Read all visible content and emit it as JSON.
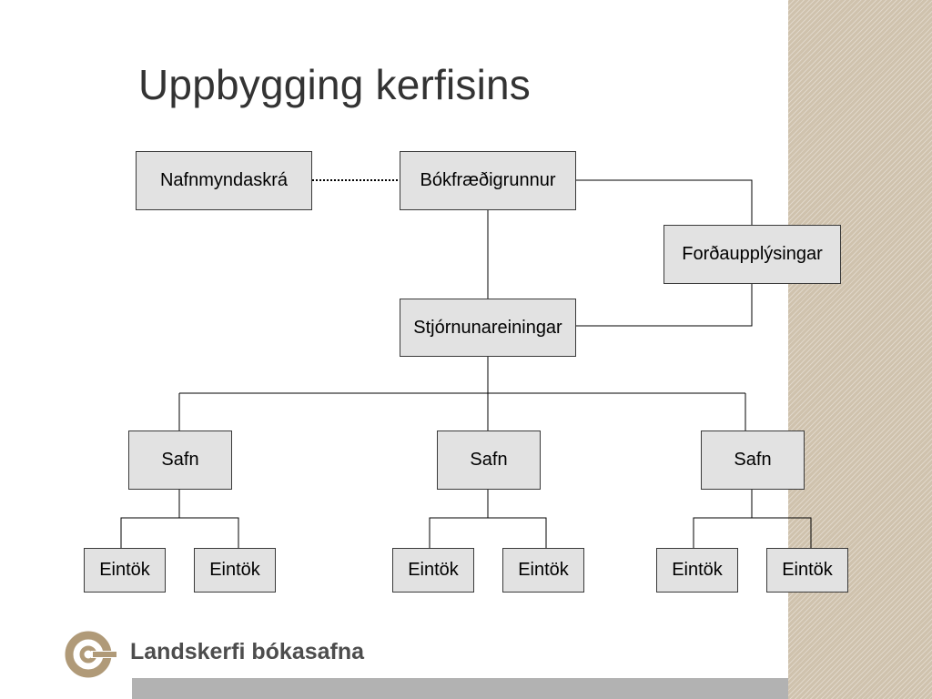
{
  "slide": {
    "title": "Uppbygging kerfisins"
  },
  "diagram": {
    "nodes": {
      "nafnmyndaskra": "Nafnmyndaskrá",
      "bokfraedigrunnur": "Bókfræðigrunnur",
      "fordaupplysingar": "Forðaupplýsingar",
      "stjornunareiningar": "Stjórnunareiningar",
      "safn": [
        "Safn",
        "Safn",
        "Safn"
      ],
      "eintok": [
        "Eintök",
        "Eintök",
        "Eintök",
        "Eintök",
        "Eintök",
        "Eintök"
      ]
    },
    "colors": {
      "box_fill": "#e2e2e2",
      "box_border": "#3a3a3a",
      "line": "#000000"
    }
  },
  "footer": {
    "logo_text": "Landskerfi bókasafna",
    "logo_color": "#b09a78"
  },
  "theme": {
    "side_stripe": "#cfc2ad",
    "bottom_bar": "#b2b2b2",
    "title_color": "#333333"
  }
}
